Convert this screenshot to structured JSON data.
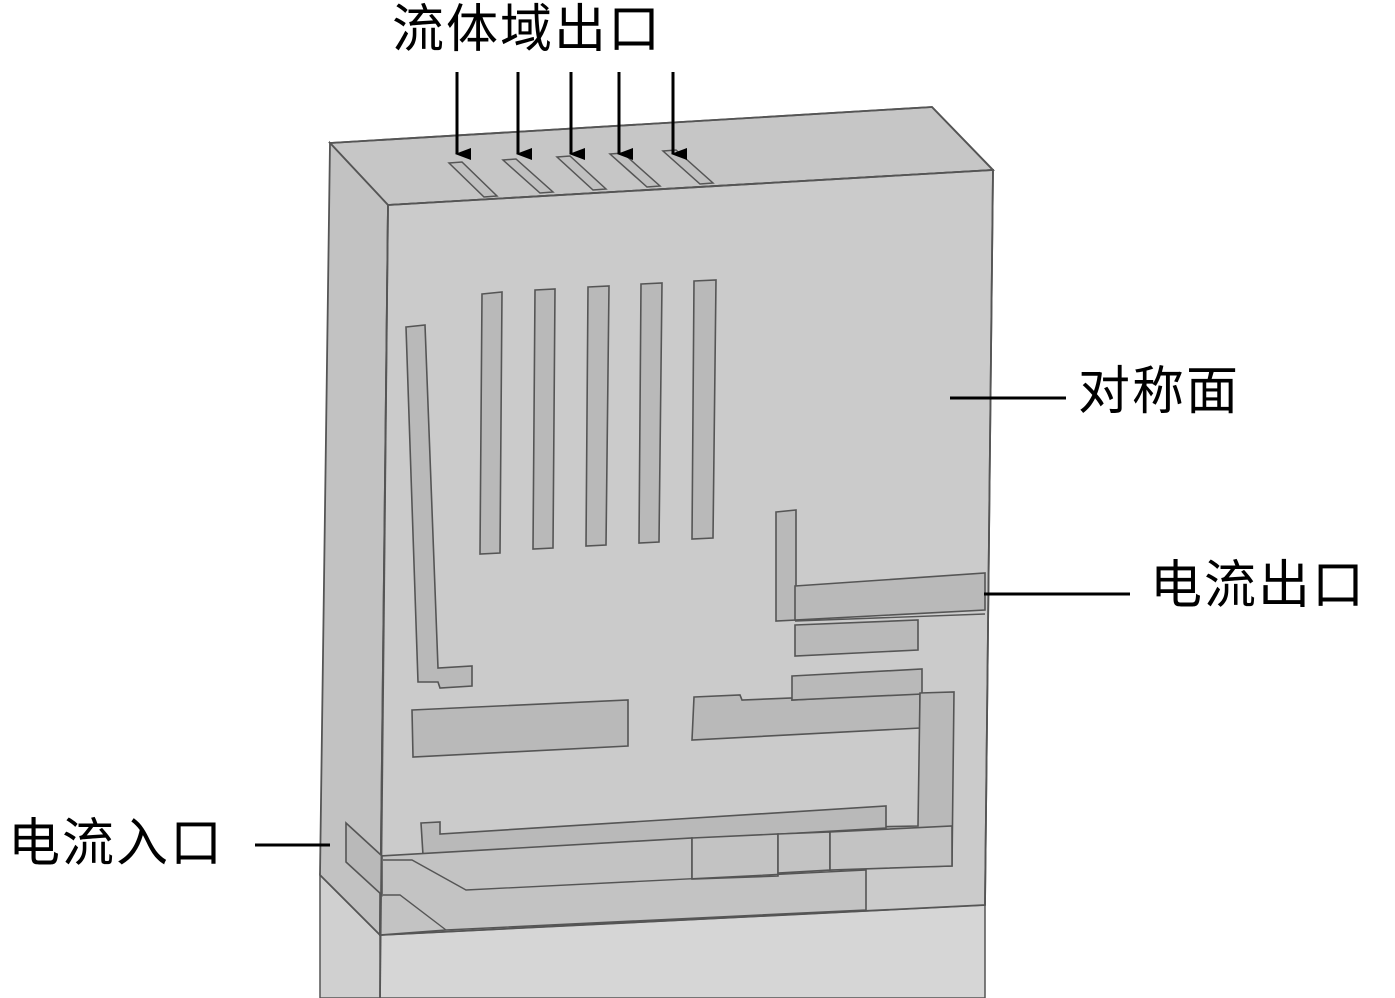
{
  "labels": {
    "fluid_outlet": "流体域出口",
    "symmetry_plane": "对称面",
    "current_outlet": "电流出口",
    "current_inlet": "电流入口"
  },
  "colors": {
    "face_front": "#cbcbcb",
    "face_top": "#c6c6c6",
    "face_side": "#c2c2c2",
    "channel": "#b9b9b9",
    "base": "#d6d6d6",
    "edge": "#555555",
    "annotation": "#000000"
  },
  "components": {
    "vertical_channels_count": 5,
    "fluid_outlet_arrows_count": 5
  }
}
